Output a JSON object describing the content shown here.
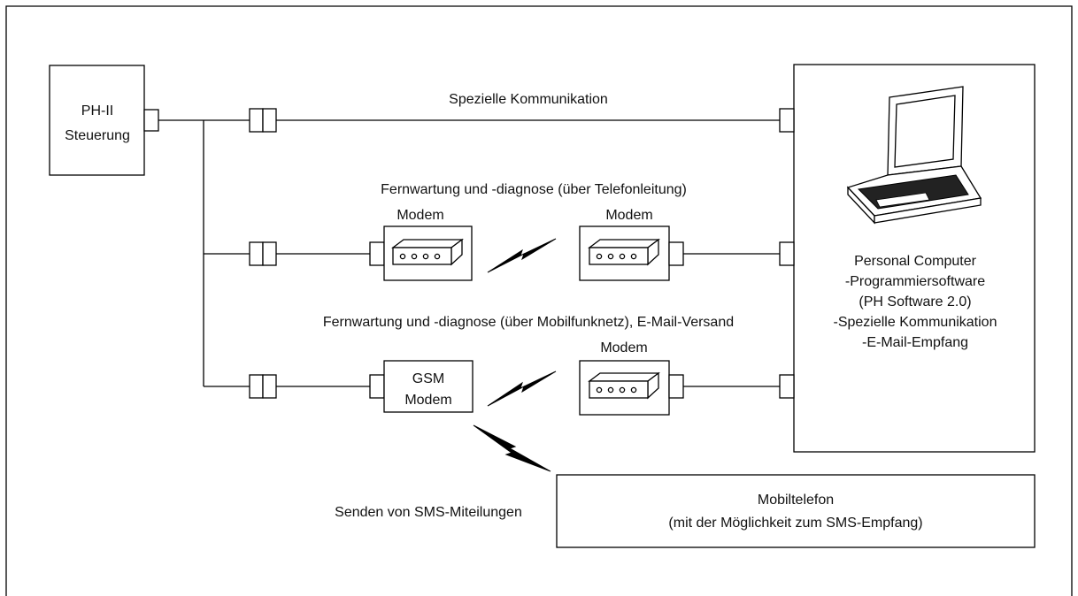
{
  "controller": {
    "line1": "PH-II",
    "line2": "Steuerung"
  },
  "links": {
    "special": "Spezielle Kommunikation",
    "telephone": "Fernwartung und -diagnose (über Telefonleitung)",
    "mobile": "Fernwartung und -diagnose (über Mobilfunknetz), E-Mail-Versand",
    "sms": "Senden von SMS-Miteilungen"
  },
  "modems": {
    "left": "Modem",
    "right": "Modem",
    "pc_side": "Modem",
    "gsm_line1": "GSM",
    "gsm_line2": "Modem"
  },
  "pc": {
    "line1": "Personal Computer",
    "line2": "-Programmiersoftware",
    "line3": "(PH Software 2.0)",
    "line4": "-Spezielle Kommunikation",
    "line5": "-E-Mail-Empfang"
  },
  "phone": {
    "line1": "Mobiltelefon",
    "line2": "(mit der Möglichkeit zum SMS-Empfang)"
  }
}
